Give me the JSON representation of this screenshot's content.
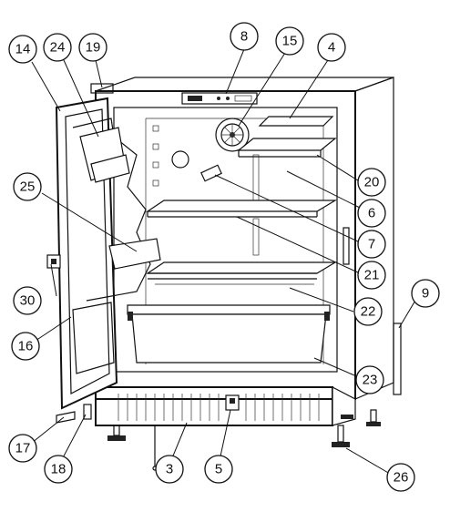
{
  "callouts": {
    "c14": "14",
    "c24": "24",
    "c19": "19",
    "c8": "8",
    "c15": "15",
    "c4": "4",
    "c25": "25",
    "c20": "20",
    "c6": "6",
    "c7": "7",
    "c21": "21",
    "c30": "30",
    "c9": "9",
    "c22": "22",
    "c16": "16",
    "c23": "23",
    "c17": "17",
    "c18": "18",
    "c3": "3",
    "c5": "5",
    "c26": "26"
  }
}
